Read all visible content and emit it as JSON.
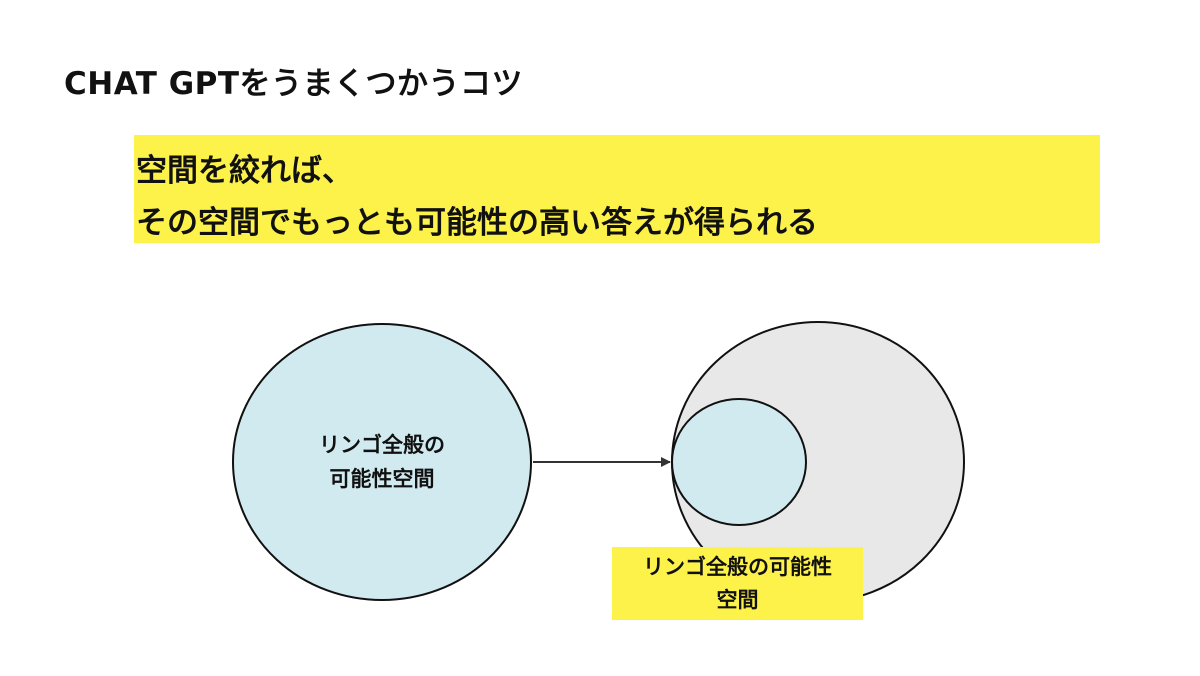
{
  "title": "CHAT GPTをうまくつかうコツ",
  "banner": {
    "line1": "空間を絞れば、",
    "line2": "その空間でもっとも可能性の高い答えが得られる"
  },
  "diagram": {
    "left_circle": {
      "line1": "リンゴ全般の",
      "line2": "可能性空間"
    },
    "right_label": {
      "line1": "リンゴ全般の可能性",
      "line2": "空間"
    }
  },
  "colors": {
    "yellow": "#fdf24a",
    "light_blue": "#d1eaf0",
    "gray": "#e8e8e8"
  }
}
